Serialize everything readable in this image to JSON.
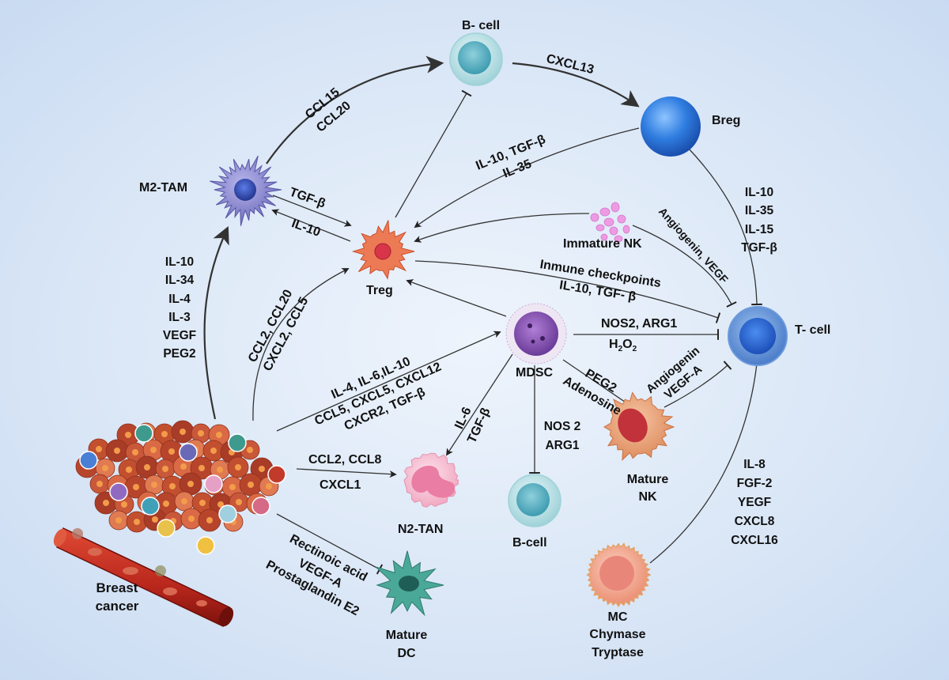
{
  "colors": {
    "background": "#d9e6f6",
    "arrow": "#222222",
    "breg": "#2f7de0",
    "bcell": "#bfe6ea",
    "tcell": "#3f78d0",
    "m2tam": "#6a69b8",
    "treg": "#e86a4a",
    "mdsc": "#8d5ab5",
    "n2tan": "#f3b8cc",
    "mature_nk": "#e8a078",
    "immature_nk": "#e89ae0",
    "mature_dc": "#3f9a8e",
    "mc": "#f3a58e",
    "tumor": "#c1502e",
    "vessel": "#b8261c"
  },
  "nodes": {
    "b_cell_top": "B- cell",
    "breg": "Breg",
    "m2_tam": "M2-TAM",
    "treg": "Treg",
    "immature_nk": "Immature NK",
    "t_cell": "T- cell",
    "mdsc": "MDSC",
    "mature_nk": [
      "Mature",
      "NK"
    ],
    "n2_tan": "N2-TAN",
    "b_cell_bottom": "B-cell",
    "breast_cancer": [
      "Breast",
      "cancer"
    ],
    "mature_dc": [
      "Mature",
      "DC"
    ],
    "mc": [
      "MC",
      "Chymase",
      "Tryptase"
    ]
  },
  "edges": {
    "m2_to_bcell": [
      "CCL15",
      "CCL20"
    ],
    "bcell_to_breg": "CXCL13",
    "breg_to_treg": [
      "IL-10, TGF-β",
      "IL-35"
    ],
    "breg_to_tcell": [
      "IL-10",
      "IL-35",
      "IL-15",
      "TGF-β"
    ],
    "m2_treg": [
      "TGF-β",
      "IL-10"
    ],
    "tumor_to_m2": [
      "IL-10",
      "IL-34",
      "IL-4",
      "IL-3",
      "VEGF",
      "PEG2"
    ],
    "imm_nk_to_tcell": "Angiogenin, VEGF",
    "treg_to_tcell": [
      "Inmune checkpoints",
      "IL-10, TGF- β"
    ],
    "tumor_to_treg": [
      "CCL2, CCL20",
      "CXCL2, CCL5"
    ],
    "tumor_to_mdsc": [
      "IL-4, IL-6,IL-10",
      "CCL5, CXCL5, CXCL12",
      "CXCR2, TGF-β"
    ],
    "mdsc_to_tcell": "NOS2, ARG1",
    "h2o2": {
      "main": "H",
      "sub1": "2",
      "mid": "O",
      "sub2": "2"
    },
    "mdsc_to_nk": [
      "PEG2",
      "Adenosine"
    ],
    "nk_to_tcell": [
      "Angiogenin",
      "VEGF-A"
    ],
    "mdsc_to_n2tan": [
      "IL-6",
      "TGF-β"
    ],
    "tumor_to_n2tan": [
      "CCL2, CCL8",
      "CXCL1"
    ],
    "mdsc_to_bcell": [
      "NOS 2",
      "ARG1"
    ],
    "mc_to_tcell": [
      "IL-8",
      "FGF-2",
      "YEGF",
      "CXCL8",
      "CXCL16"
    ],
    "tumor_to_dc": [
      "Rectinoic acid",
      "VEGF-A",
      "Prostaglandin E2"
    ]
  }
}
